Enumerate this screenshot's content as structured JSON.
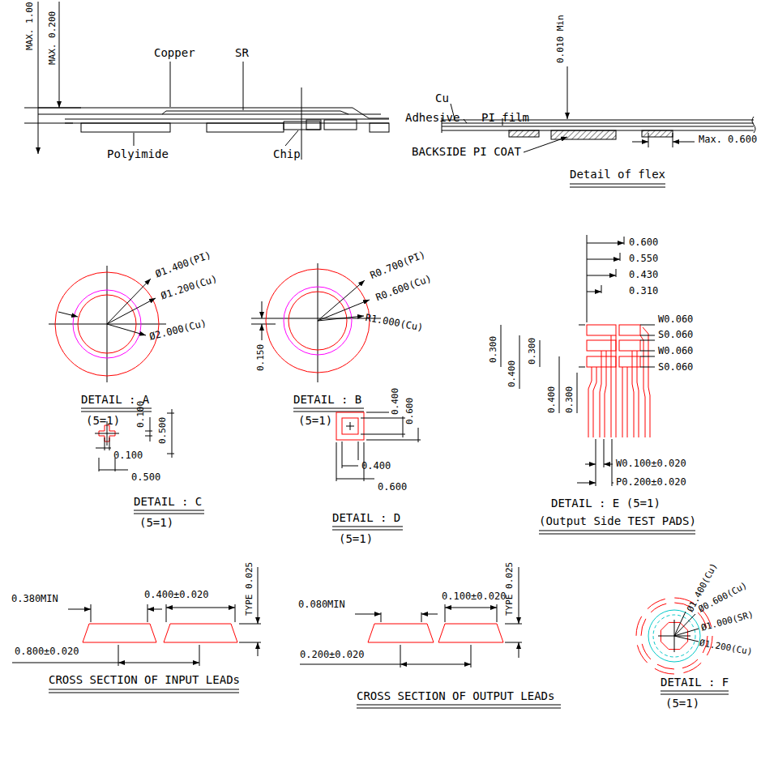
{
  "diagram": {
    "labels": [
      "MAX. 1.00",
      "MAX. 0.200",
      "Copper",
      "SR",
      "Polyimide",
      "Chip",
      "Cu",
      "Adhesive",
      "PI film",
      "0.010 Min",
      "Max. 0.600",
      "BACKSIDE PI COAT",
      "Detail of flex",
      "Ø1.400(PI)",
      "Ø1.200(Cu)",
      "Ø2.000(Cu)",
      "DETAIL : A",
      "(5=1)",
      "R0.700(PI)",
      "R0.600(Cu)",
      "R1.000(Cu)",
      "0.150",
      "DETAIL : B",
      "(5=1)",
      "0.600",
      "0.550",
      "0.430",
      "0.310",
      "W0.060",
      "S0.060",
      "W0.060",
      "S0.060",
      "0.300",
      "0.400",
      "0.300",
      "0.400",
      "0.300",
      "W0.100±0.020",
      "P0.200±0.020",
      "DETAIL : E (5=1)",
      "(Output Side TEST PADS)",
      "0.100",
      "0.500",
      "0.100",
      "0.500",
      "DETAIL : C",
      "(5=1)",
      "0.400",
      "0.600",
      "0.400",
      "0.600",
      "DETAIL : D",
      "(5=1)",
      "0.380MIN",
      "0.400±0.020",
      "TYPE 0.025",
      "0.800±0.020",
      "CROSS SECTION OF INPUT LEADs",
      "0.080MIN",
      "0.100±0.020",
      "TYPE 0.025",
      "0.200±0.020",
      "CROSS SECTION OF OUTPUT LEADs",
      "Ø1.400(Cu)",
      "Ø0.600(Cu)",
      "Ø1.000(SR)",
      "Ø1.200(Cu)",
      "DETAIL : F",
      "(5=1)"
    ]
  }
}
